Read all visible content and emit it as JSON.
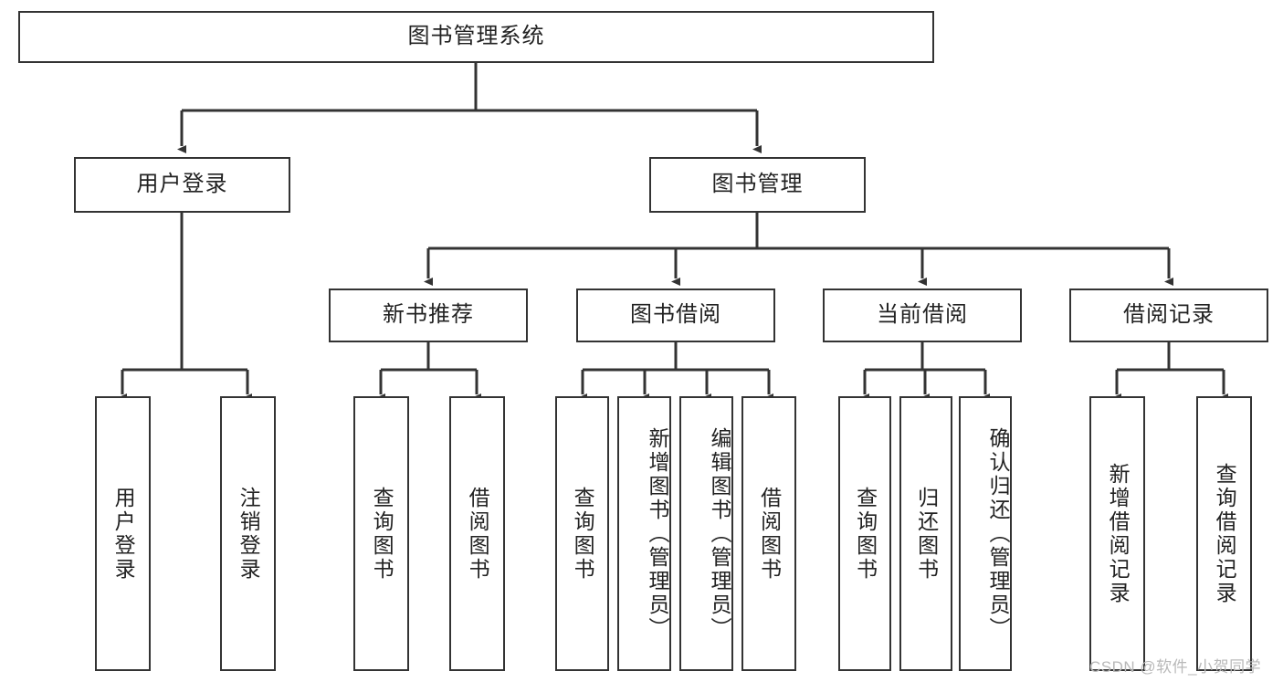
{
  "diagram": {
    "type": "tree",
    "title": "图书管理系统",
    "root": {
      "label": "图书管理系统"
    },
    "level1": [
      {
        "label": "用户登录"
      },
      {
        "label": "图书管理"
      }
    ],
    "level2": [
      {
        "label": "新书推荐"
      },
      {
        "label": "图书借阅"
      },
      {
        "label": "当前借阅"
      },
      {
        "label": "借阅记录"
      }
    ],
    "leaves": {
      "user_login": [
        {
          "label": "用户登录"
        },
        {
          "label": "注销登录"
        }
      ],
      "new_book_recommend": [
        {
          "label": "查询图书"
        },
        {
          "label": "借阅图书"
        }
      ],
      "book_borrow": [
        {
          "label": "查询图书"
        },
        {
          "label": "新增图书（管理员）"
        },
        {
          "label": "编辑图书（管理员）"
        },
        {
          "label": "借阅图书"
        }
      ],
      "current_borrow": [
        {
          "label": "查询图书"
        },
        {
          "label": "归还图书"
        },
        {
          "label": "确认归还（管理员）"
        }
      ],
      "borrow_record": [
        {
          "label": "新增借阅记录"
        },
        {
          "label": "查询借阅记录"
        }
      ]
    }
  },
  "watermark": {
    "text": "CSDN @软件_小贺同学"
  },
  "colors": {
    "stroke": "#333333",
    "text": "#222222",
    "background": "#ffffff",
    "watermark": "#b9b9b9"
  }
}
